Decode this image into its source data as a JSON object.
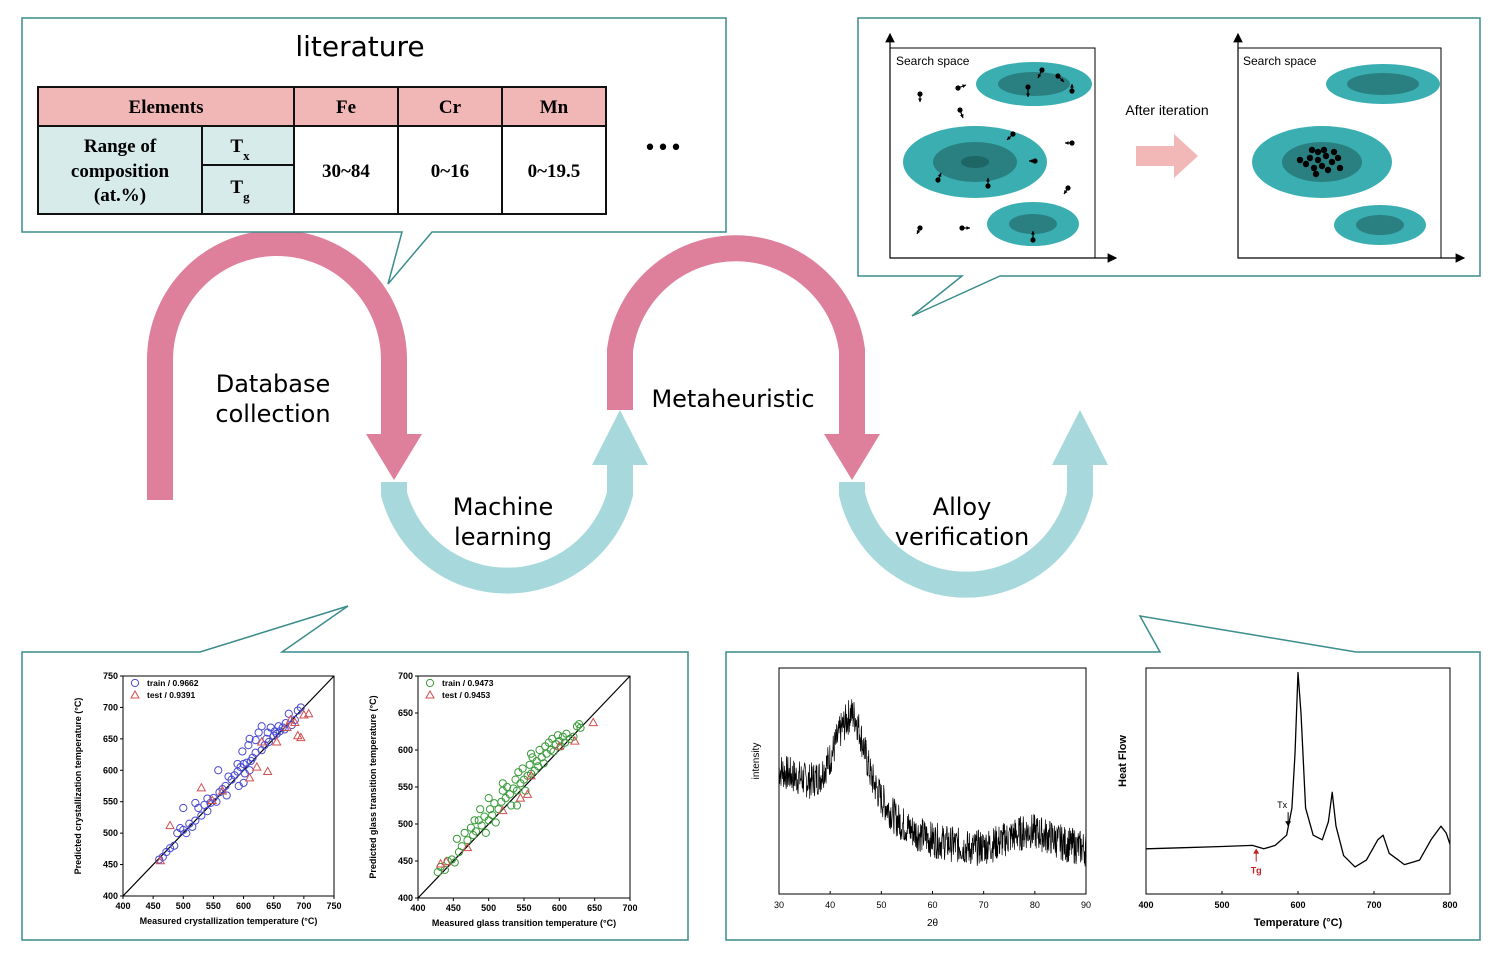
{
  "literature": {
    "title": "literature",
    "header_first": "Elements",
    "elements": [
      "Fe",
      "Cr",
      "Mn"
    ],
    "row_label": [
      "Range of",
      "composition",
      "(at.%)"
    ],
    "props": [
      "Tx",
      "Tg"
    ],
    "ranges": [
      "30~84",
      "0~16",
      "0~19.5"
    ],
    "ellipsis": "•••"
  },
  "flow": {
    "step1": [
      "Database",
      "collection"
    ],
    "step2": [
      "Machine",
      "learning"
    ],
    "step3": [
      "Metaheuristic"
    ],
    "step4": [
      "Alloy",
      "verification"
    ],
    "colors": {
      "pink": "#de7f9c",
      "teal": "#a7d9dc"
    }
  },
  "search": {
    "left_label": "Search space",
    "right_label": "Search space",
    "arrow_label": "After iteration",
    "colors": {
      "outer": "#3aaeb0",
      "inner": "#2a7f80",
      "core": "#1e6666",
      "arrow": "#f2b8b8"
    }
  },
  "chart_data": [
    {
      "type": "scatter",
      "xlabel": "Measured crystallization temperature (°C)",
      "ylabel": "Predicted crystallization temperature (°C)",
      "xlim": [
        400,
        750
      ],
      "ylim": [
        400,
        750
      ],
      "xticks": [
        "400",
        "450",
        "500",
        "550",
        "600",
        "650",
        "700",
        "750"
      ],
      "yticks": [
        "400",
        "450",
        "500",
        "550",
        "600",
        "650",
        "700",
        "750"
      ],
      "legend": [
        "train / 0.9662",
        "test / 0.9391"
      ],
      "series": [
        {
          "name": "train / 0.9662",
          "marker": "circle",
          "color": "#4a4ad0",
          "points": [
            [
              460,
              458
            ],
            [
              466,
              462
            ],
            [
              472,
              470
            ],
            [
              478,
              476
            ],
            [
              485,
              480
            ],
            [
              490,
              500
            ],
            [
              495,
              508
            ],
            [
              500,
              505
            ],
            [
              505,
              500
            ],
            [
              510,
              515
            ],
            [
              515,
              510
            ],
            [
              520,
              520
            ],
            [
              525,
              540
            ],
            [
              530,
              528
            ],
            [
              535,
              545
            ],
            [
              540,
              535
            ],
            [
              545,
              548
            ],
            [
              550,
              556
            ],
            [
              555,
              550
            ],
            [
              558,
              600
            ],
            [
              560,
              565
            ],
            [
              565,
              570
            ],
            [
              570,
              575
            ],
            [
              572,
              560
            ],
            [
              575,
              590
            ],
            [
              580,
              585
            ],
            [
              585,
              592
            ],
            [
              590,
              598
            ],
            [
              592,
              575
            ],
            [
              595,
              605
            ],
            [
              598,
              630
            ],
            [
              600,
              610
            ],
            [
              602,
              595
            ],
            [
              605,
              612
            ],
            [
              608,
              640
            ],
            [
              610,
              600
            ],
            [
              612,
              615
            ],
            [
              615,
              620
            ],
            [
              620,
              628
            ],
            [
              625,
              660
            ],
            [
              630,
              632
            ],
            [
              635,
              640
            ],
            [
              638,
              650
            ],
            [
              640,
              660
            ],
            [
              642,
              645
            ],
            [
              645,
              668
            ],
            [
              650,
              655
            ],
            [
              652,
              662
            ],
            [
              655,
              658
            ],
            [
              658,
              670
            ],
            [
              660,
              662
            ],
            [
              665,
              668
            ],
            [
              668,
              665
            ],
            [
              670,
              675
            ],
            [
              675,
              690
            ],
            [
              680,
              672
            ],
            [
              685,
              680
            ],
            [
              690,
              695
            ],
            [
              695,
              700
            ],
            [
              500,
              540
            ],
            [
              520,
              548
            ],
            [
              540,
              555
            ],
            [
              600,
              580
            ],
            [
              610,
              650
            ],
            [
              620,
              648
            ],
            [
              630,
              670
            ],
            [
              590,
              610
            ]
          ]
        },
        {
          "name": "test / 0.9391",
          "marker": "triangle",
          "color": "#d05050",
          "points": [
            [
              462,
              456
            ],
            [
              478,
              512
            ],
            [
              530,
              572
            ],
            [
              548,
              552
            ],
            [
              565,
              567
            ],
            [
              610,
              588
            ],
            [
              622,
              605
            ],
            [
              640,
              598
            ],
            [
              655,
              645
            ],
            [
              672,
              668
            ],
            [
              685,
              676
            ],
            [
              690,
              655
            ],
            [
              695,
              652
            ],
            [
              700,
              688
            ],
            [
              708,
              690
            ],
            [
              630,
              645
            ],
            [
              678,
              680
            ]
          ]
        }
      ]
    },
    {
      "type": "scatter",
      "xlabel": "Measured glass transition temperature (°C)",
      "ylabel": "Predicted glass transition temperature (°C)",
      "xlim": [
        400,
        700
      ],
      "ylim": [
        400,
        700
      ],
      "xticks": [
        "400",
        "450",
        "500",
        "550",
        "600",
        "650",
        "700"
      ],
      "yticks": [
        "400",
        "450",
        "500",
        "550",
        "600",
        "650",
        "700"
      ],
      "legend": [
        "train / 0.9473",
        "test / 0.9453"
      ],
      "series": [
        {
          "name": "train / 0.9473",
          "marker": "circle",
          "color": "#3a9a3a",
          "points": [
            [
              428,
              435
            ],
            [
              432,
              442
            ],
            [
              438,
              438
            ],
            [
              442,
              450
            ],
            [
              448,
              452
            ],
            [
              452,
              448
            ],
            [
              458,
              462
            ],
            [
              462,
              470
            ],
            [
              466,
              488
            ],
            [
              470,
              478
            ],
            [
              475,
              495
            ],
            [
              478,
              485
            ],
            [
              482,
              490
            ],
            [
              486,
              505
            ],
            [
              488,
              520
            ],
            [
              490,
              498
            ],
            [
              494,
              510
            ],
            [
              496,
              488
            ],
            [
              500,
              505
            ],
            [
              502,
              520
            ],
            [
              505,
              512
            ],
            [
              508,
              528
            ],
            [
              510,
              502
            ],
            [
              514,
              520
            ],
            [
              518,
              530
            ],
            [
              520,
              545
            ],
            [
              524,
              535
            ],
            [
              526,
              550
            ],
            [
              530,
              540
            ],
            [
              532,
              525
            ],
            [
              535,
              548
            ],
            [
              538,
              560
            ],
            [
              540,
              545
            ],
            [
              542,
              570
            ],
            [
              545,
              555
            ],
            [
              548,
              575
            ],
            [
              550,
              560
            ],
            [
              552,
              545
            ],
            [
              555,
              565
            ],
            [
              558,
              580
            ],
            [
              560,
              568
            ],
            [
              562,
              590
            ],
            [
              565,
              572
            ],
            [
              568,
              585
            ],
            [
              570,
              578
            ],
            [
              572,
              600
            ],
            [
              575,
              590
            ],
            [
              578,
              582
            ],
            [
              580,
              605
            ],
            [
              582,
              595
            ],
            [
              585,
              610
            ],
            [
              588,
              600
            ],
            [
              590,
              615
            ],
            [
              592,
              598
            ],
            [
              595,
              608
            ],
            [
              598,
              620
            ],
            [
              600,
              612
            ],
            [
              602,
              605
            ],
            [
              605,
              618
            ],
            [
              608,
              610
            ],
            [
              610,
              622
            ],
            [
              615,
              615
            ],
            [
              620,
              618
            ],
            [
              625,
              632
            ],
            [
              628,
              635
            ],
            [
              630,
              630
            ],
            [
              500,
              535
            ],
            [
              520,
              555
            ],
            [
              540,
              525
            ],
            [
              560,
              595
            ],
            [
              480,
              505
            ],
            [
              455,
              480
            ]
          ]
        },
        {
          "name": "test / 0.9453",
          "marker": "triangle",
          "color": "#d05050",
          "points": [
            [
              432,
              446
            ],
            [
              440,
              449
            ],
            [
              470,
              468
            ],
            [
              520,
              518
            ],
            [
              545,
              535
            ],
            [
              555,
              540
            ],
            [
              560,
              565
            ],
            [
              600,
              605
            ],
            [
              622,
              612
            ],
            [
              648,
              637
            ]
          ]
        }
      ]
    },
    {
      "type": "line",
      "xlabel": "2θ",
      "ylabel": "intensity",
      "xlim": [
        30,
        90
      ],
      "xticks": [
        "30",
        "40",
        "50",
        "60",
        "70",
        "80",
        "90"
      ],
      "series": [
        {
          "name": "",
          "points": [
            [
              30,
              0.55
            ],
            [
              33,
              0.52
            ],
            [
              36,
              0.5
            ],
            [
              38,
              0.52
            ],
            [
              40,
              0.6
            ],
            [
              42,
              0.72
            ],
            [
              44,
              0.8
            ],
            [
              45,
              0.78
            ],
            [
              46,
              0.7
            ],
            [
              48,
              0.52
            ],
            [
              50,
              0.42
            ],
            [
              53,
              0.33
            ],
            [
              56,
              0.28
            ],
            [
              60,
              0.24
            ],
            [
              64,
              0.22
            ],
            [
              68,
              0.2
            ],
            [
              72,
              0.22
            ],
            [
              76,
              0.26
            ],
            [
              79,
              0.28
            ],
            [
              82,
              0.26
            ],
            [
              86,
              0.22
            ],
            [
              90,
              0.2
            ]
          ]
        }
      ]
    },
    {
      "type": "line",
      "xlabel": "Temperature (°C)",
      "ylabel": "Heat Flow",
      "xlim": [
        400,
        800
      ],
      "xticks": [
        "400",
        "500",
        "600",
        "700",
        "800"
      ],
      "annotations": [
        "Tx",
        "Tg"
      ],
      "series": [
        {
          "name": "",
          "points": [
            [
              400,
              0.2
            ],
            [
              450,
              0.205
            ],
            [
              500,
              0.21
            ],
            [
              540,
              0.215
            ],
            [
              555,
              0.2
            ],
            [
              570,
              0.215
            ],
            [
              585,
              0.26
            ],
            [
              592,
              0.38
            ],
            [
              596,
              0.62
            ],
            [
              600,
              0.98
            ],
            [
              604,
              0.8
            ],
            [
              610,
              0.38
            ],
            [
              620,
              0.26
            ],
            [
              632,
              0.24
            ],
            [
              640,
              0.32
            ],
            [
              645,
              0.45
            ],
            [
              650,
              0.3
            ],
            [
              660,
              0.17
            ],
            [
              675,
              0.12
            ],
            [
              690,
              0.15
            ],
            [
              705,
              0.24
            ],
            [
              712,
              0.26
            ],
            [
              720,
              0.18
            ],
            [
              740,
              0.13
            ],
            [
              760,
              0.15
            ],
            [
              775,
              0.24
            ],
            [
              788,
              0.3
            ],
            [
              795,
              0.27
            ],
            [
              800,
              0.22
            ]
          ]
        }
      ]
    }
  ]
}
